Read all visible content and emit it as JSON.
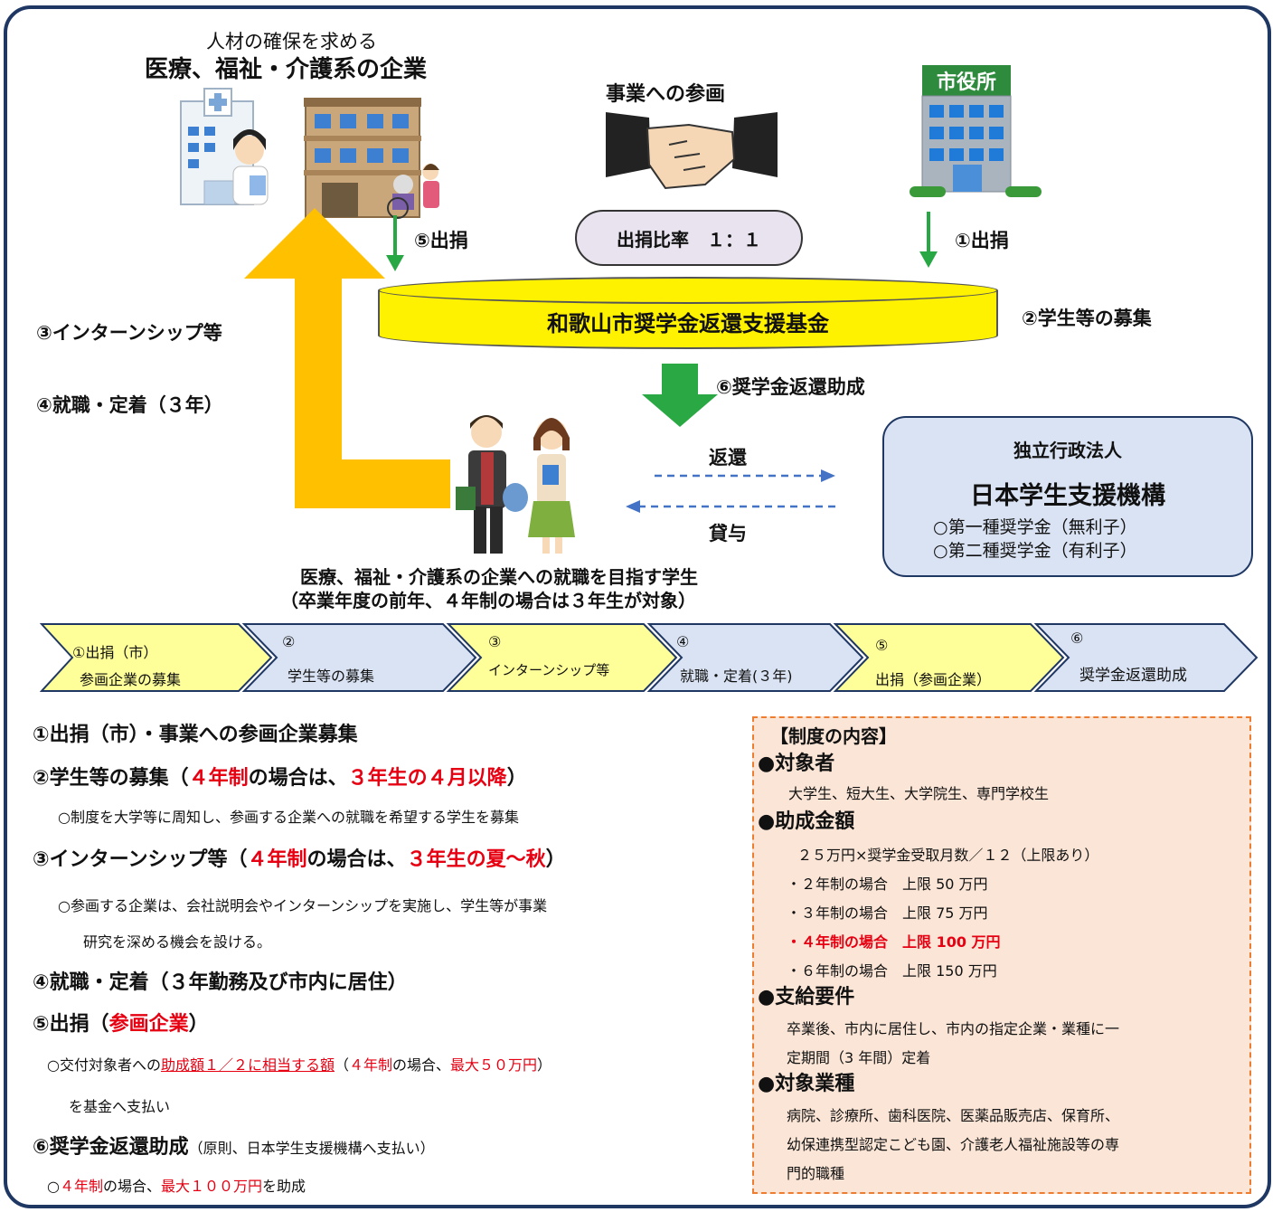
{
  "top": {
    "corp_sub": "人材の確保を求める",
    "corp_title": "医療、福祉・介護系の企業",
    "participation": "事業への参画",
    "city_sign": "市役所",
    "donate5": "⑤出捐",
    "donate1": "①出捐",
    "ratio": "出捐比率　１：１",
    "fund": "和歌山市奨学金返還支援基金",
    "recruit": "②学生等の募集",
    "internship": "③インターンシップ等",
    "employment": "④就職・定着（３年）",
    "grant": "⑥奨学金返還助成",
    "repay": "返還",
    "loan": "貸与",
    "student_line1": "医療、福祉・介護系の企業への就職を目指す学生",
    "student_line2": "（卒業年度の前年、４年制の場合は３年生が対象）"
  },
  "jasso": {
    "line1": "独立行政法人",
    "line2": "日本学生支援機構",
    "line3": "○第一種奨学金（無利子）",
    "line4": "○第二種奨学金（有利子）"
  },
  "steps": [
    {
      "num": "①出捐（市）",
      "label": "参画企業の募集",
      "color": "#ffff99"
    },
    {
      "num": "②",
      "label": "学生等の募集",
      "color": "#dae3f3"
    },
    {
      "num": "③",
      "label": "インターンシップ等",
      "color": "#ffff99"
    },
    {
      "num": "④",
      "label": "就職・定着(３年)",
      "color": "#dae3f3"
    },
    {
      "num": "⑤",
      "label": "出捐（参画企業）",
      "color": "#ffff99"
    },
    {
      "num": "⑥",
      "label": "奨学金返還助成",
      "color": "#dae3f3"
    }
  ],
  "left": {
    "h1": "①出捐（市）・事業への参画企業募集",
    "h2a": "②学生等の募集（",
    "h2b": "４年制",
    "h2c": "の場合は、",
    "h2d": "３年生の４月以降",
    "h2e": "）",
    "p2": "○制度を大学等に周知し、参画する企業への就職を希望する学生を募集",
    "h3a": "③インターンシップ等（",
    "h3b": "４年制",
    "h3c": "の場合は、",
    "h3d": "３年生の夏～秋",
    "h3e": "）",
    "p3a": "○参画する企業は、会社説明会やインターンシップを実施し、学生等が事業",
    "p3b": "研究を深める機会を設ける。",
    "h4": "④就職・定着（３年勤務及び市内に居住）",
    "h5a": "⑤出捐（",
    "h5b": "参画企業",
    "h5c": "）",
    "p5a": "○交付対象者への",
    "p5b": "助成額１／２に相当する額",
    "p5c": "（",
    "p5d": "４年制",
    "p5e": "の場合、",
    "p5f": "最大５０万円",
    "p5g": "）",
    "p5h": "を基金へ支払い",
    "h6a": "⑥奨学金返還助成",
    "h6b": "（原則、日本学生支援機構へ支払い）",
    "p6a": "○",
    "p6b": "４年制",
    "p6c": "の場合、",
    "p6d": "最大１００万円",
    "p6e": "を助成"
  },
  "detail": {
    "title": "【制度の内容】",
    "s1": "●対象者",
    "s1t": "大学生、短大生、大学院生、専門学校生",
    "s2": "●助成金額",
    "s2t": "２５万円×奨学金受取月数／１２（上限あり）",
    "s2a": "・２年制の場合　上限 50 万円",
    "s2b": "・３年制の場合　上限 75 万円",
    "s2c": "・４年制の場合　上限 100 万円",
    "s2d": "・６年制の場合　上限 150 万円",
    "s3": "●支給要件",
    "s3t1": "卒業後、市内に居住し、市内の指定企業・業種に一",
    "s3t2": "定期間（3 年間）定着",
    "s4": "●対象業種",
    "s4t1": "病院、診療所、歯科医院、医薬品販売店、保育所、",
    "s4t2": "幼保連携型認定こども園、介護老人福祉施設等の専",
    "s4t3": "門的職種"
  }
}
